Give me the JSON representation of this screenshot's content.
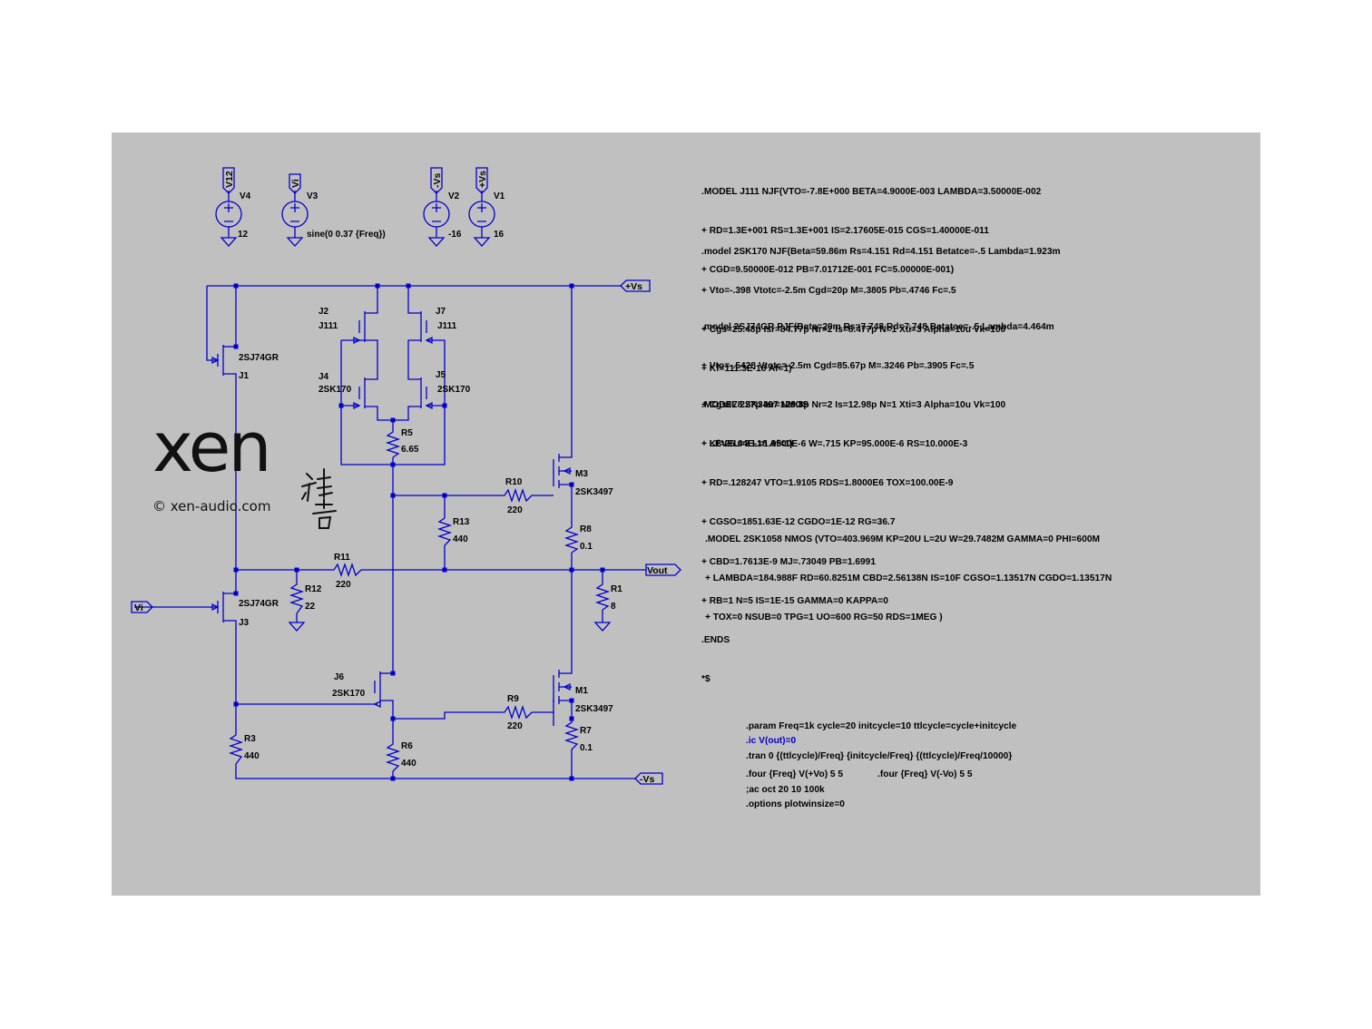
{
  "logo": {
    "wordmark": "xen",
    "url": "© xen-audio.com",
    "seal_glyphs": "神音"
  },
  "sources": [
    {
      "ref": "V4",
      "net": "V12",
      "value": "12"
    },
    {
      "ref": "V3",
      "net": "Vi",
      "value": "sine(0 0.37 {Freq})"
    },
    {
      "ref": "V2",
      "net": "-Vs",
      "value": "-16"
    },
    {
      "ref": "V1",
      "net": "+Vs",
      "value": "16"
    }
  ],
  "flags": {
    "pos_supply": "+Vs",
    "neg_supply": "-Vs",
    "output": "Vout",
    "input": "Vi"
  },
  "transistors": {
    "J1": {
      "ref": "J1",
      "model": "2SJ74GR"
    },
    "J2": {
      "ref": "J2",
      "model": "J111"
    },
    "J7": {
      "ref": "J7",
      "model": "J111"
    },
    "J4": {
      "ref": "J4",
      "model": "2SK170"
    },
    "J5": {
      "ref": "J5",
      "model": "2SK170"
    },
    "J3": {
      "ref": "J3",
      "model": "2SJ74GR"
    },
    "J6": {
      "ref": "J6",
      "model": "2SK170"
    },
    "M3": {
      "ref": "M3",
      "model": "2SK3497"
    },
    "M1": {
      "ref": "M1",
      "model": "2SK3497"
    }
  },
  "resistors": {
    "R5": {
      "ref": "R5",
      "value": "6.65"
    },
    "R10": {
      "ref": "R10",
      "value": "220"
    },
    "R13": {
      "ref": "R13",
      "value": "440"
    },
    "R8": {
      "ref": "R8",
      "value": "0.1"
    },
    "R11": {
      "ref": "R11",
      "value": "220"
    },
    "R12": {
      "ref": "R12",
      "value": "22"
    },
    "R1": {
      "ref": "R1",
      "value": "8"
    },
    "R9": {
      "ref": "R9",
      "value": "220"
    },
    "R7": {
      "ref": "R7",
      "value": "0.1"
    },
    "R3": {
      "ref": "R3",
      "value": "440"
    },
    "R6": {
      "ref": "R6",
      "value": "440"
    }
  },
  "models": [
    [
      ".MODEL J111 NJF(VTO=-7.8E+000 BETA=4.9000E-003 LAMBDA=3.50000E-002",
      "+ RD=1.3E+001 RS=1.3E+001 IS=2.17605E-015 CGS=1.40000E-011",
      "+ CGD=9.50000E-012 PB=7.01712E-001 FC=5.00000E-001)"
    ],
    [
      ".model 2SK170 NJF(Beta=59.86m Rs=4.151 Rd=4.151 Betatce=-.5 Lambda=1.923m",
      "+ Vto=-.398 Vtotc=-2.5m Cgd=20p M=.3805 Pb=.4746 Fc=.5",
      "+ Cgs=25.48p Isr=84.77p Nr=2 Is=8.477p N=1 Xti=3 Alpha=10u Vk=100",
      "+ Kf=111.3E-18 Af=1)"
    ],
    [
      ".model 2SJ74GR PJF(Beta=20m Rs=7.748 Rd=7.748 Betatce=-.5 Lambda=4.464m",
      "+ Vto=-.5428 Vtotc=-2.5m Cgd=85.67p M=.3246 Pb=.3905 Fc=.5",
      "+ Cgs=78.27p Isr=129.8p Nr=2 Is=12.98p N=1 Xti=3 Alpha=10u Vk=100",
      "+ Kf=26.64E-18 Af=1)"
    ],
    [
      ".MODEL 2SK3497 NMOS",
      "+ LEVEL=3 L=1.9500E-6 W=.715 KP=95.000E-6 RS=10.000E-3",
      "+ RD=.128247 VTO=1.9105 RDS=1.8000E6 TOX=100.00E-9",
      "+ CGSO=1851.63E-12 CGDO=1E-12 RG=36.7",
      "+ CBD=1.7613E-9 MJ=.73049 PB=1.6991",
      "+ RB=1 N=5 IS=1E-15 GAMMA=0 KAPPA=0",
      ".ENDS",
      "*$"
    ],
    [
      ".MODEL 2SK1058 NMOS (VTO=403.969M KP=20U L=2U W=29.7482M GAMMA=0 PHI=600M",
      "+ LAMBDA=184.988F RD=60.8251M CBD=2.56138N IS=10F CGSO=1.13517N CGDO=1.13517N",
      "+ TOX=0 NSUB=0 TPG=1 UO=600 RG=50 RDS=1MEG )"
    ]
  ],
  "directives": {
    "param": ".param Freq=1k cycle=20 initcycle=10 ttlcycle=cycle+initcycle",
    "ic": ".ic V(out)=0",
    "tran": ".tran 0 {(ttlcycle)/Freq} {initcycle/Freq} {(ttlcycle)/Freq/10000}",
    "four_pos": ".four {Freq} V(+Vo) 5 5",
    "four_neg": ".four {Freq} V(-Vo) 5 5",
    "ac": ";ac oct 20 10 100k",
    "options": ".options plotwinsize=0"
  },
  "colors": {
    "sheet": "#c0c0c0",
    "wire": "#0000cc",
    "text": "#000000",
    "ic_directive": "#0000cc"
  }
}
